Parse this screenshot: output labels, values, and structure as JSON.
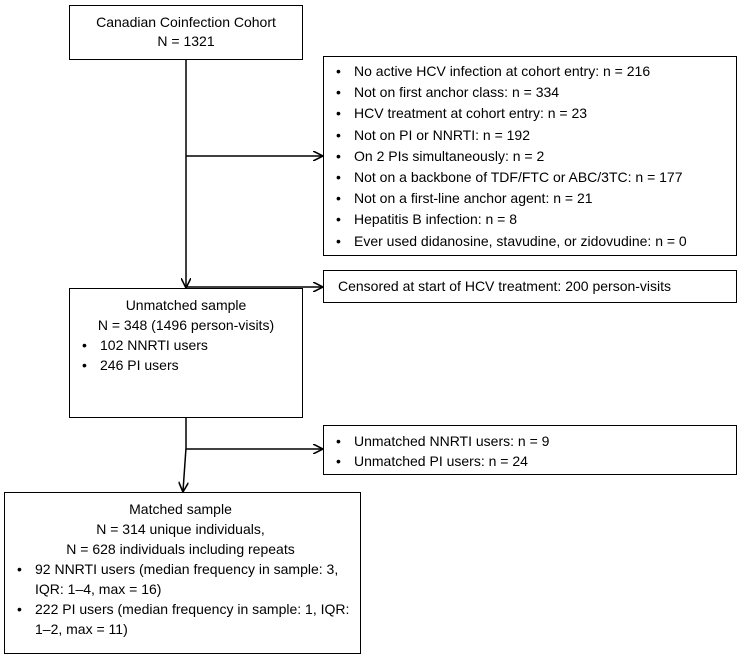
{
  "cohort": {
    "title": "Canadian Coinfection Cohort",
    "n": "N = 1321"
  },
  "exclusions": {
    "items": [
      "No active HCV infection at cohort entry: n = 216",
      "Not on first anchor class: n = 334",
      "HCV treatment at cohort entry: n = 23",
      "Not on PI or NNRTI: n = 192",
      "On 2 PIs simultaneously: n = 2",
      "Not on a backbone of TDF/FTC or ABC/3TC: n = 177",
      "Not on a first-line anchor agent: n = 21",
      "Hepatitis B infection: n = 8",
      "Ever used didanosine, stavudine, or zidovudine: n = 0"
    ]
  },
  "censored": {
    "text": "Censored at start of HCV treatment: 200 person-visits"
  },
  "unmatched": {
    "title": "Unmatched sample",
    "n": "N = 348 (1496 person-visits)",
    "items": [
      "102 NNRTI users",
      "246 PI users"
    ]
  },
  "unmatched_excluded": {
    "items": [
      "Unmatched NNRTI users: n = 9",
      "Unmatched PI users: n = 24"
    ]
  },
  "matched": {
    "title": "Matched sample",
    "n1": "N = 314 unique individuals,",
    "n2": "N = 628 individuals including repeats",
    "items": [
      "92 NNRTI users (median frequency in sample: 3, IQR: 1–4, max = 16)",
      "222 PI users (median frequency in sample: 1, IQR: 1–2, max = 11)"
    ]
  }
}
